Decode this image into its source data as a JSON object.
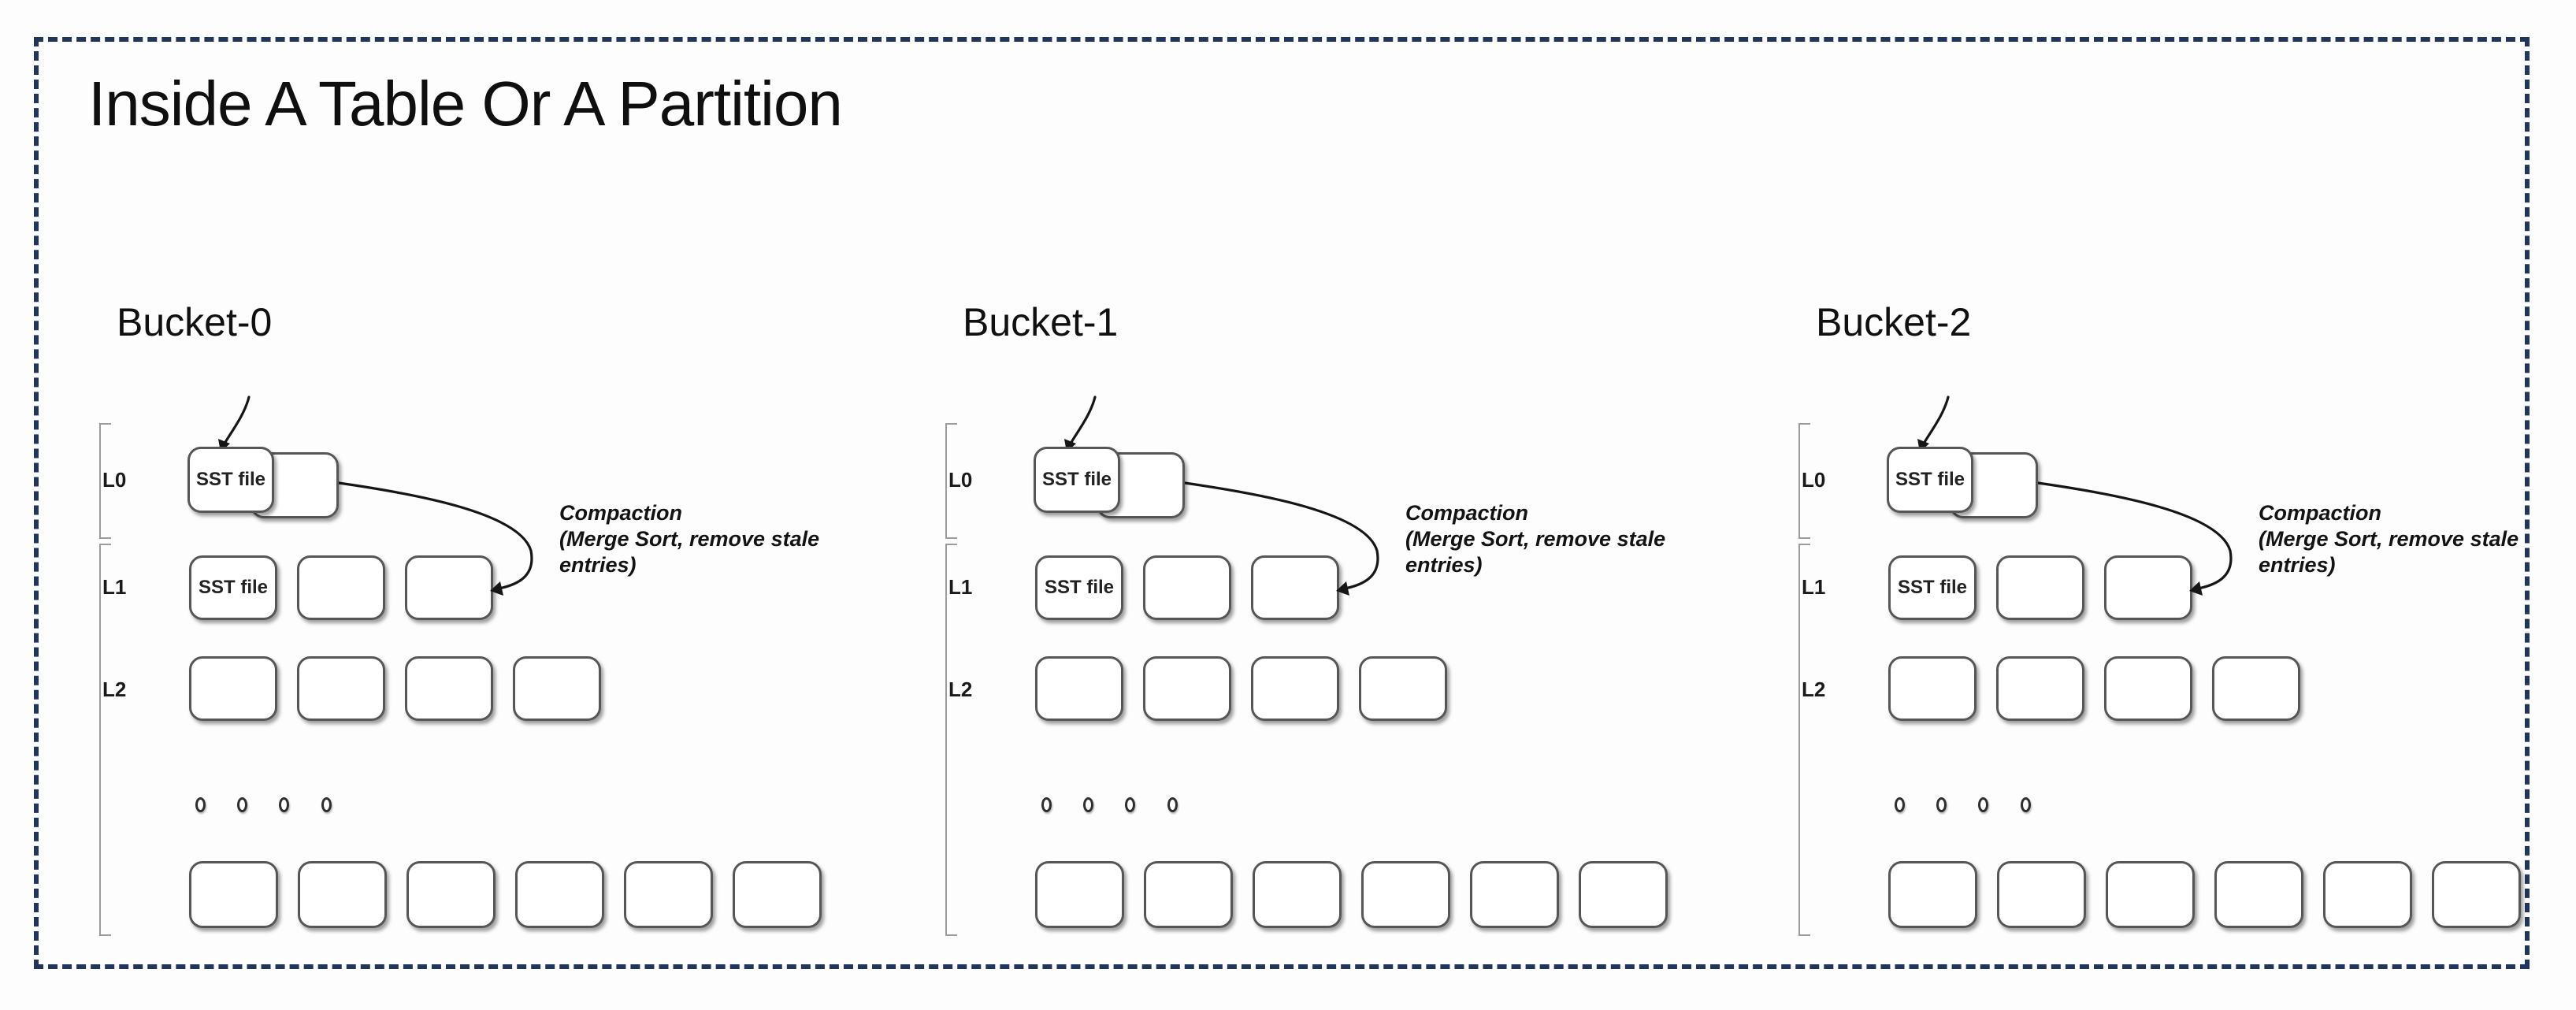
{
  "title": "Inside A Table Or A Partition",
  "colors": {
    "frame_border": "#21365b",
    "box_border": "#565656",
    "bracket": "#9c9c9c",
    "arrow": "#161616",
    "text": "#121212"
  },
  "buckets": [
    {
      "label": "Bucket-0",
      "levels": [
        {
          "label": "L0",
          "boxes": [
            "SST file",
            ""
          ]
        },
        {
          "label": "L1",
          "boxes": [
            "SST file",
            "",
            ""
          ]
        },
        {
          "label": "L2",
          "boxes": [
            "",
            "",
            "",
            ""
          ]
        }
      ],
      "ellipsis_dot_count": 4,
      "bottom_row_box_count": 6,
      "annotation_lines": [
        "Compaction",
        "(Merge Sort, remove stale",
        "entries)"
      ]
    },
    {
      "label": "Bucket-1",
      "levels": [
        {
          "label": "L0",
          "boxes": [
            "SST file",
            ""
          ]
        },
        {
          "label": "L1",
          "boxes": [
            "SST file",
            "",
            ""
          ]
        },
        {
          "label": "L2",
          "boxes": [
            "",
            "",
            "",
            ""
          ]
        }
      ],
      "ellipsis_dot_count": 4,
      "bottom_row_box_count": 6,
      "annotation_lines": [
        "Compaction",
        "(Merge Sort, remove stale",
        "entries)"
      ]
    },
    {
      "label": "Bucket-2",
      "levels": [
        {
          "label": "L0",
          "boxes": [
            "SST file",
            ""
          ]
        },
        {
          "label": "L1",
          "boxes": [
            "SST file",
            "",
            ""
          ]
        },
        {
          "label": "L2",
          "boxes": [
            "",
            "",
            "",
            ""
          ]
        }
      ],
      "ellipsis_dot_count": 4,
      "bottom_row_box_count": 6,
      "annotation_lines": [
        "Compaction",
        "(Merge Sort, remove stale",
        "entries)"
      ]
    }
  ]
}
